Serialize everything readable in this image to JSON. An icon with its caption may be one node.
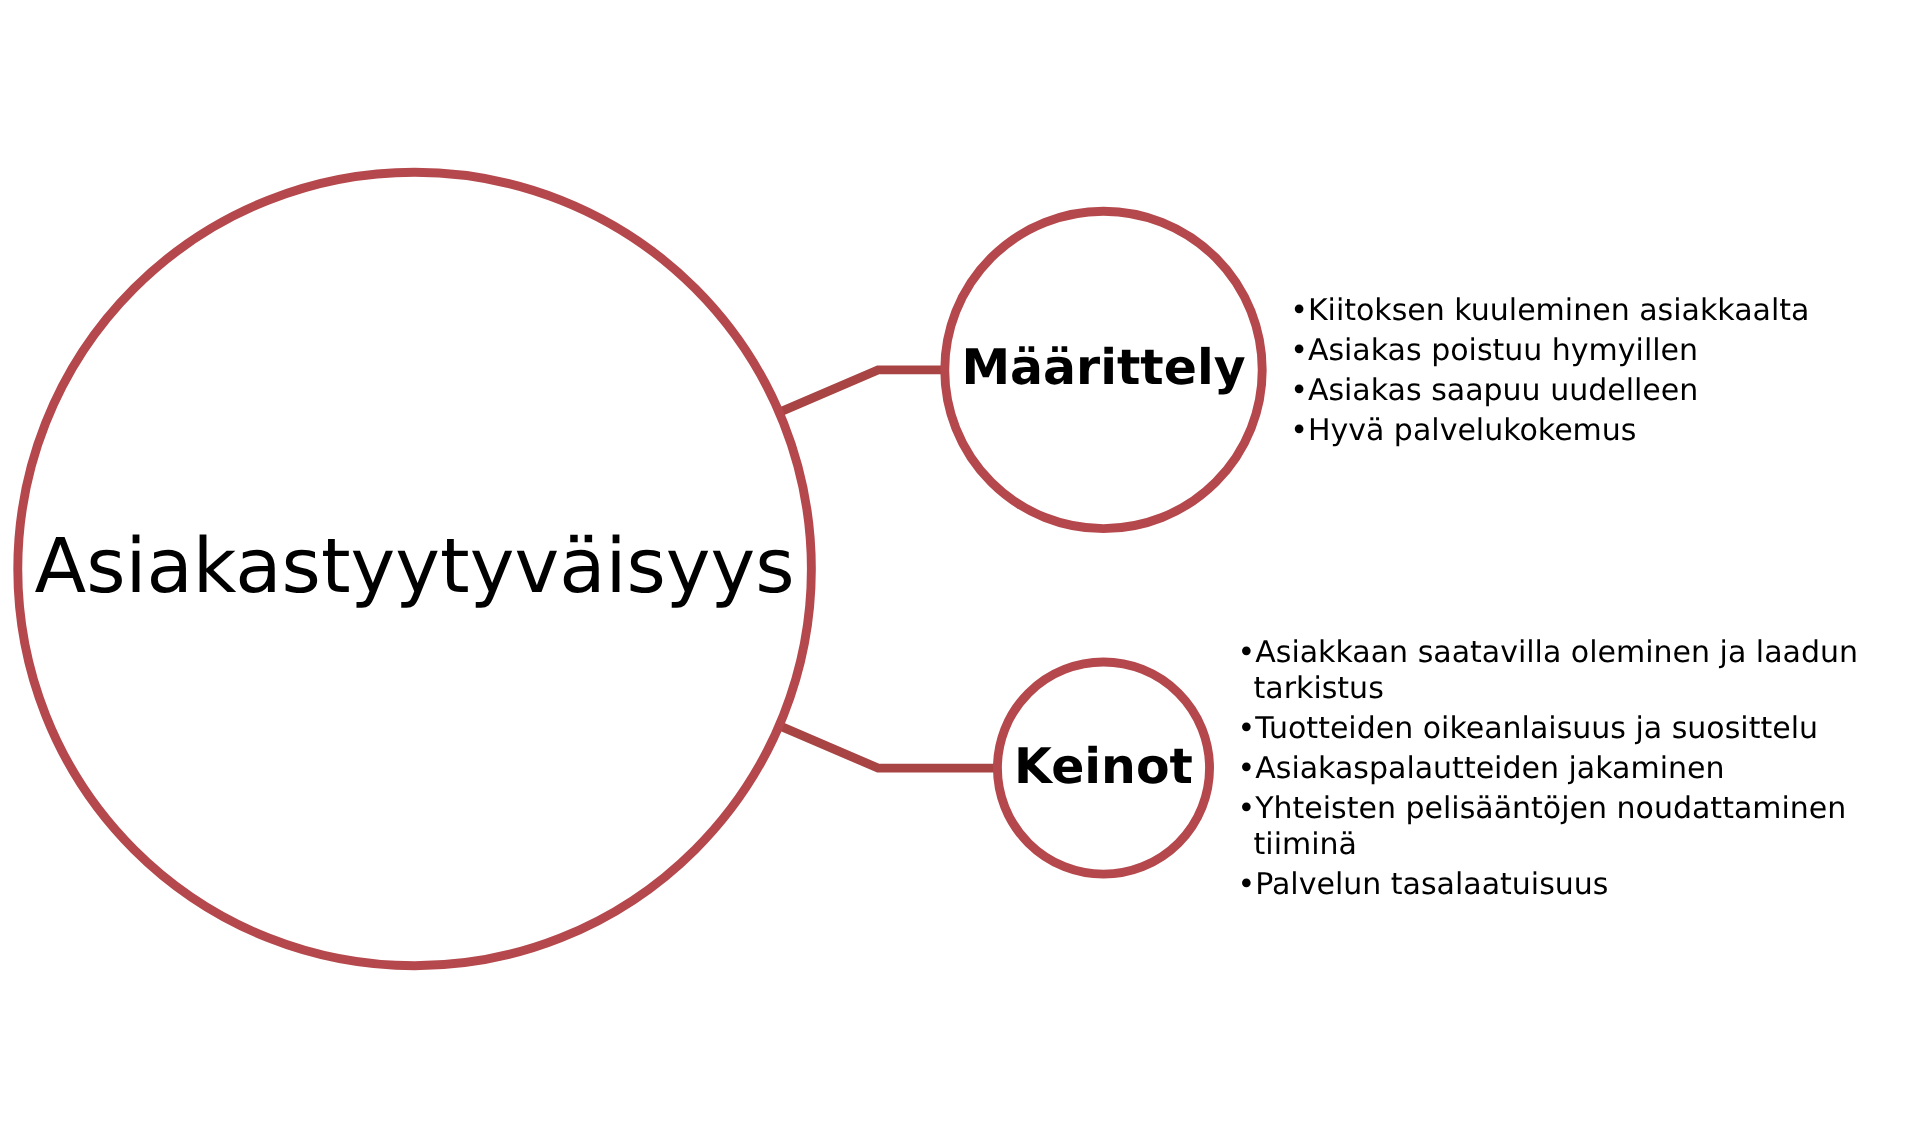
{
  "diagram": {
    "nodes": [
      {
        "text": [
          "Asiakastyytyväisyys"
        ]
      },
      {
        "text": [
          "Määrittely"
        ],
        "beside": [
          "•Kiitoksen kuuleminen asiakkaalta",
          "•Asiakas poistuu hymyillen",
          "•Asiakas saapuu uudelleen",
          "•Hyvä palvelukokemus"
        ]
      },
      {
        "text": [
          "Keinot"
        ],
        "beside": [
          "•Asiakkaan saatavilla oleminen ja laadun tarkistus",
          "•Tuotteiden oikeanlaisuus ja suosittelu",
          "•Asiakaspalautteiden jakaminen",
          "•Yhteisten pelisääntöjen noudattaminen tiiminä",
          "•Palvelun tasalaatuisuus"
        ]
      }
    ],
    "edges": [
      {
        "from": 0,
        "to": 1,
        "arrow": "none"
      },
      {
        "from": 0,
        "to": 2,
        "arrow": "none"
      }
    ]
  }
}
